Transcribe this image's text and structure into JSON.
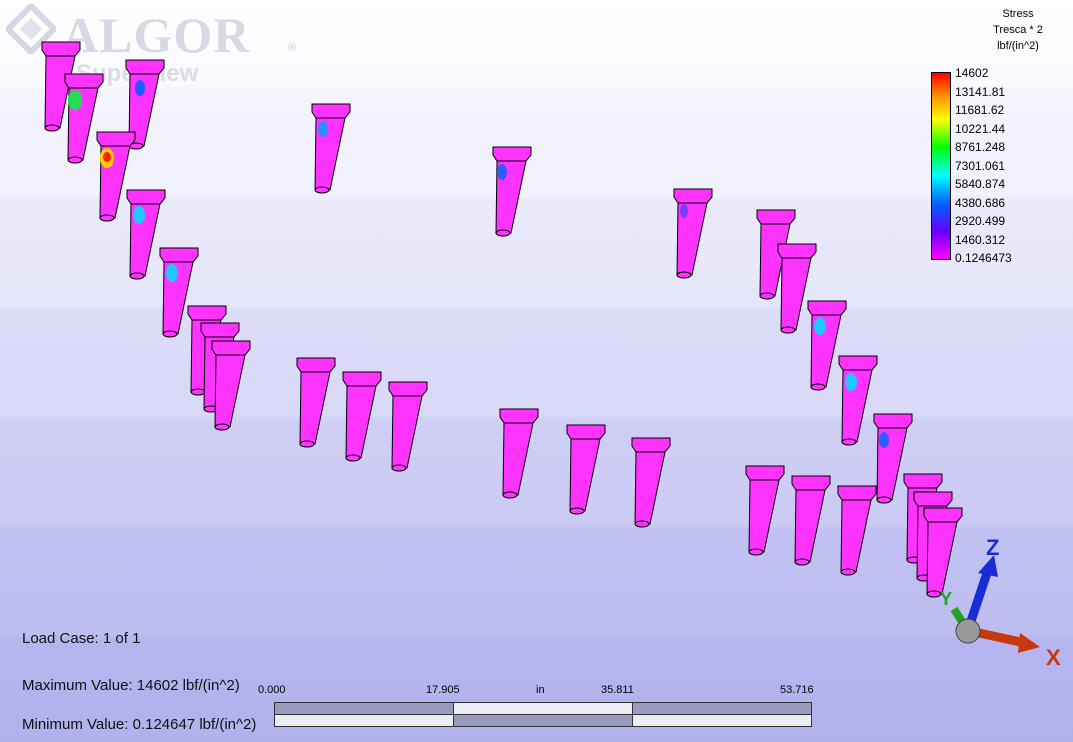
{
  "logo": {
    "brand": "ALGOR",
    "registered": "®",
    "product": "SuperView"
  },
  "legend": {
    "title_line1": "Stress",
    "title_line2": "Tresca * 2",
    "title_line3": "lbf/(in^2)",
    "values": [
      "14602",
      "13141.81",
      "11681.62",
      "10221.44",
      "8761.248",
      "7301.061",
      "5840.874",
      "4380.686",
      "2920.499",
      "1460.312",
      "0.1246473"
    ],
    "color_max": "#ff0000",
    "color_min": "#ff00ff"
  },
  "info": {
    "load_case": "Load Case:  1 of 1",
    "max_value": "Maximum Value: 14602 lbf/(in^2)",
    "min_value": "Minimum Value: 0.124647 lbf/(in^2)"
  },
  "scale": {
    "ticks": [
      "0.000",
      "17.905",
      "35.811",
      "53.716"
    ],
    "unit": "in"
  },
  "triad": {
    "z_label": "Z",
    "x_label": "X",
    "y_label": "Y",
    "z_color": "#1a2bd8",
    "x_color": "#c8380e",
    "y_color": "#1fa324"
  },
  "bolt_color": "#ff33ff"
}
